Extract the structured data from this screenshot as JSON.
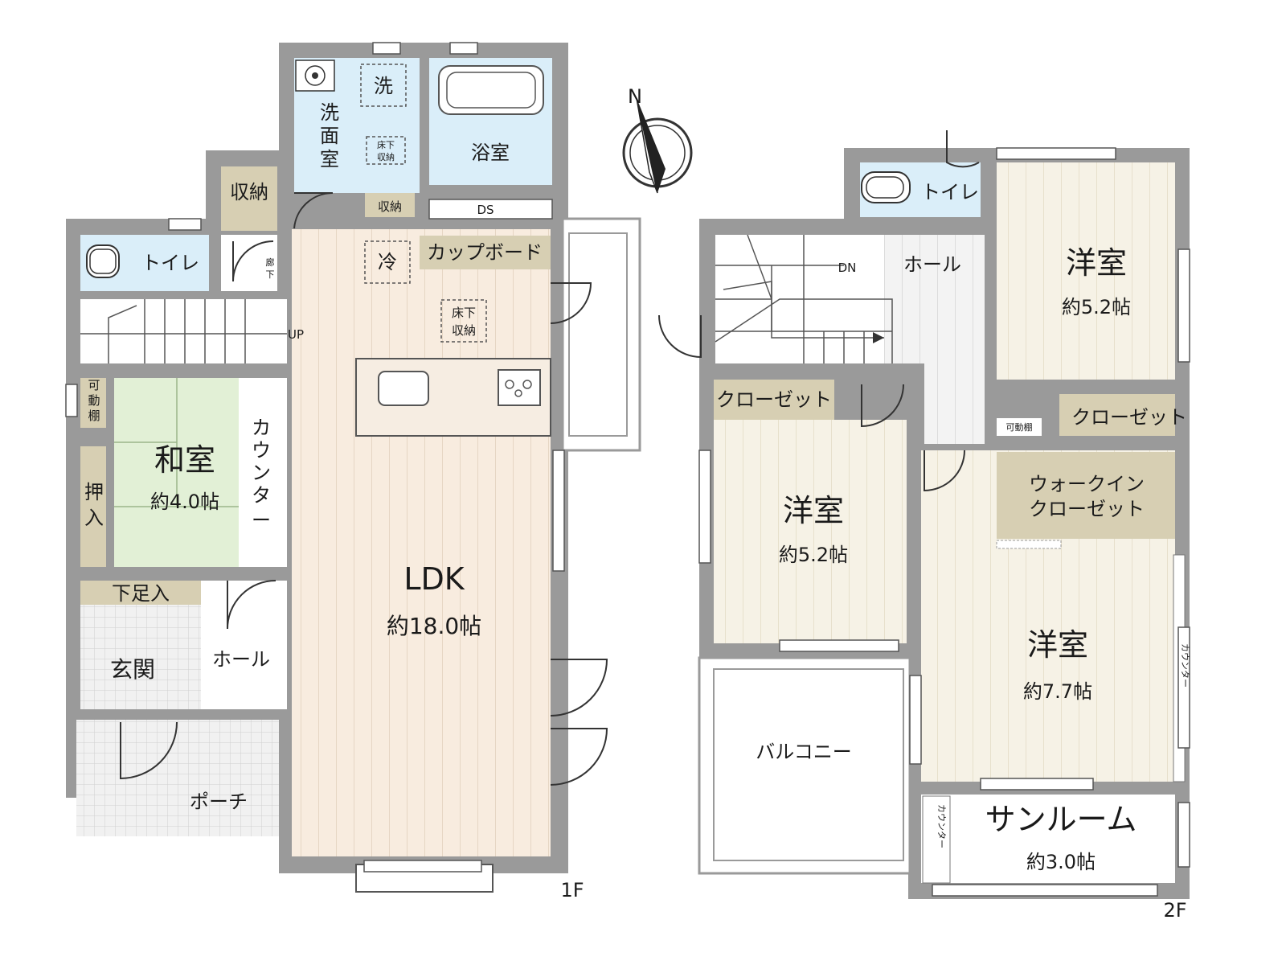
{
  "compass": {
    "north_label": "N"
  },
  "floor1": {
    "label": "1F",
    "ldk": {
      "name": "LDK",
      "size": "約18.0帖"
    },
    "washroom_chars": [
      "洗",
      "面",
      "室"
    ],
    "bath": "浴室",
    "washer_mark": "洗",
    "fridge_mark": "冷",
    "underfloor_upper": "床下",
    "underfloor_lower": "収納",
    "storage": "収納",
    "ds": "DS",
    "cupboard": "カップボード",
    "toilet": "トイレ",
    "corridor_chars": [
      "廊",
      "下"
    ],
    "stairs_up": "UP",
    "movable_shelf_chars": [
      "可",
      "動",
      "棚"
    ],
    "washitsu": {
      "name": "和室",
      "size": "約4.0帖"
    },
    "oshiire_chars": [
      "押",
      "入"
    ],
    "counter_chars": [
      "カ",
      "ウ",
      "ン",
      "タ",
      "ー"
    ],
    "shoe_storage": "下足入",
    "genkan": "玄関",
    "hall": "ホール",
    "porch": "ポーチ"
  },
  "floor2": {
    "label": "2F",
    "toilet": "トイレ",
    "hall": "ホール",
    "stairs_down": "DN",
    "room_ne": {
      "name": "洋室",
      "size": "約5.2帖"
    },
    "room_w": {
      "name": "洋室",
      "size": "約5.2帖"
    },
    "room_se": {
      "name": "洋室",
      "size": "約7.7帖"
    },
    "closet": "クローゼット",
    "movable_shelf": "可動棚",
    "walkin_line1": "ウォークイン",
    "walkin_line2": "クローゼット",
    "balcony": "バルコニー",
    "sunroom": {
      "name": "サンルーム",
      "size": "約3.0帖"
    },
    "counter_vertical": "カウンター"
  },
  "colors": {
    "wall": "#9a9a9a",
    "wood_floor": "#f8ecdf",
    "bedroom_floor": "#f5f1e5",
    "wet_area": "#daeef9",
    "tatami": "#e2f0d6",
    "storage": "#d7cfb3",
    "tile": "#f1f1f1"
  }
}
